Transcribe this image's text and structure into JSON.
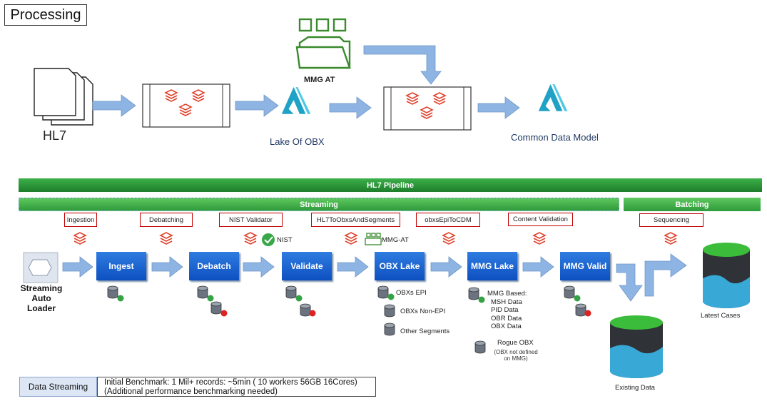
{
  "title": "Processing",
  "top": {
    "hl7_label": "HL7",
    "mmg_at_label": "MMG AT",
    "lake_label": "Lake Of OBX",
    "cdm_label": "Common Data Model"
  },
  "bars": {
    "pipeline": "HL7 Pipeline",
    "streaming": "Streaming",
    "batching": "Batching"
  },
  "steps": [
    "Ingestion",
    "Debatching",
    "NIST Validator",
    "HL7ToObxsAndSegments",
    "obxsEpiToCDM",
    "Content Validation",
    "Sequencing"
  ],
  "badges": {
    "nist": "NIST",
    "mmg_at": "MMG-AT"
  },
  "stages": [
    "Ingest",
    "Debatch",
    "Validate",
    "OBX Lake",
    "MMG Lake",
    "MMG Valid"
  ],
  "loader_label": "Streaming\nAuto\nLoader",
  "obx_outputs": [
    "OBXs EPI",
    "OBXs Non-EPI",
    "Other Segments"
  ],
  "mmg_outputs": [
    "MMG Based:",
    "MSH Data",
    "PID Data",
    "OBR Data",
    "OBX Data"
  ],
  "rogue": {
    "label": "Rogue OBX",
    "note": "(OBX not defined\non MMG)"
  },
  "latest_cases": "Latest Cases",
  "existing_data": "Existing Data",
  "footer": {
    "label": "Data Streaming",
    "line1": "Initial Benchmark: 1 Mil+ records: ~5min ( 10 workers 56GB 16Cores)",
    "line2": "(Additional performance benchmarking needed)"
  },
  "colors": {
    "arrow": "#8eb4e3",
    "databricks": "#e0402a",
    "azure_teal": "#1fa2c6",
    "stage_blue": "#1560d0",
    "green_bar": "#2e9a3a",
    "mmg_green": "#3a8a2e"
  }
}
